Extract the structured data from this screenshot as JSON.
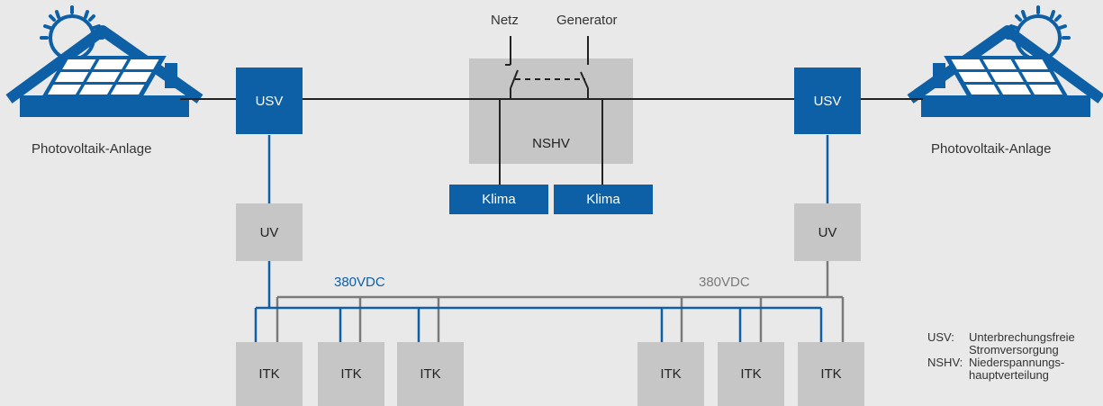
{
  "colors": {
    "blue": "#0d5fa6",
    "grey": "#c6c6c6",
    "dark_grey": "#7a7a7a",
    "line": "#222222",
    "background": "#e9e9e9"
  },
  "icons": {
    "left": "house-with-solar-panels-icon",
    "right": "house-with-solar-panels-icon"
  },
  "labels": {
    "netz": "Netz",
    "generator": "Generator",
    "pv_left": "Photovoltaik-Anlage",
    "pv_right": "Photovoltaik-Anlage",
    "vdc_left": "380VDC",
    "vdc_right": "380VDC"
  },
  "boxes": {
    "usv_left": "USV",
    "usv_right": "USV",
    "nshv": "NSHV",
    "klima_1": "Klima",
    "klima_2": "Klima",
    "uv_left": "UV",
    "uv_right": "UV",
    "itk": [
      "ITK",
      "ITK",
      "ITK",
      "ITK",
      "ITK",
      "ITK"
    ]
  },
  "legend": {
    "usv_key": "USV:",
    "usv_line1": "Unterbrechungsfreie",
    "usv_line2": "Stromversorgung",
    "nshv_key": "NSHV:",
    "nshv_line1": "Niederspannungs-",
    "nshv_line2": "hauptverteilung"
  }
}
